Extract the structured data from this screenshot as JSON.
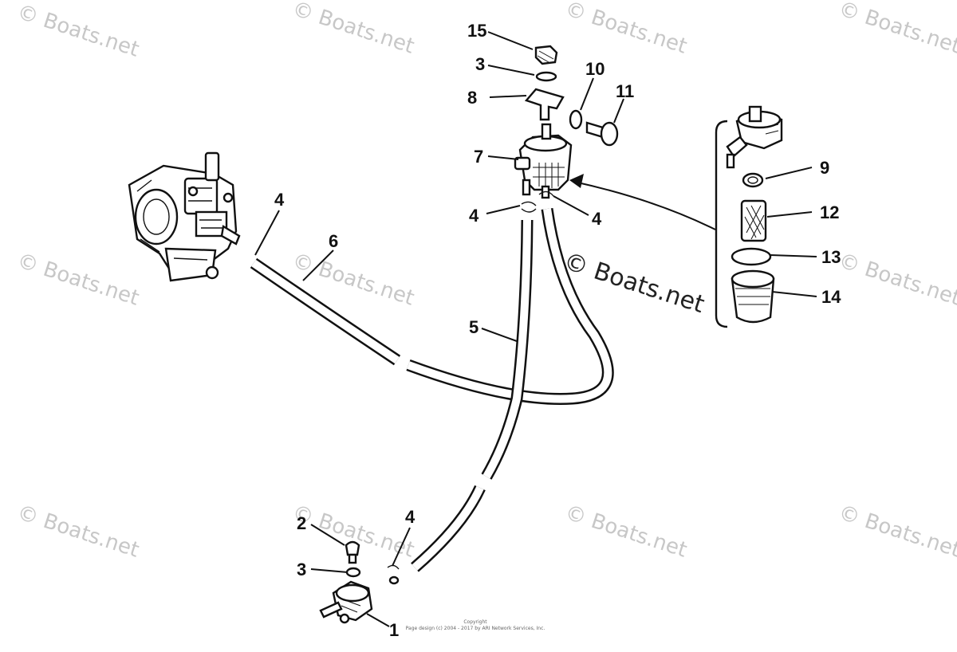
{
  "watermark": {
    "text": "© Boats.net",
    "primary_text": "© Boats.net"
  },
  "callouts": [
    {
      "id": "1",
      "label": "1"
    },
    {
      "id": "2",
      "label": "2"
    },
    {
      "id": "3a",
      "label": "3"
    },
    {
      "id": "3b",
      "label": "3"
    },
    {
      "id": "4a",
      "label": "4"
    },
    {
      "id": "4b",
      "label": "4"
    },
    {
      "id": "4c",
      "label": "4"
    },
    {
      "id": "4d",
      "label": "4"
    },
    {
      "id": "5",
      "label": "5"
    },
    {
      "id": "6",
      "label": "6"
    },
    {
      "id": "7",
      "label": "7"
    },
    {
      "id": "8",
      "label": "8"
    },
    {
      "id": "9",
      "label": "9"
    },
    {
      "id": "10",
      "label": "10"
    },
    {
      "id": "11",
      "label": "11"
    },
    {
      "id": "12",
      "label": "12"
    },
    {
      "id": "13",
      "label": "13"
    },
    {
      "id": "14",
      "label": "14"
    },
    {
      "id": "15",
      "label": "15"
    }
  ],
  "footer": {
    "line1": "Copyright",
    "line2": "Page design (c) 2004 - 2017 by ARI Network Services, Inc."
  }
}
